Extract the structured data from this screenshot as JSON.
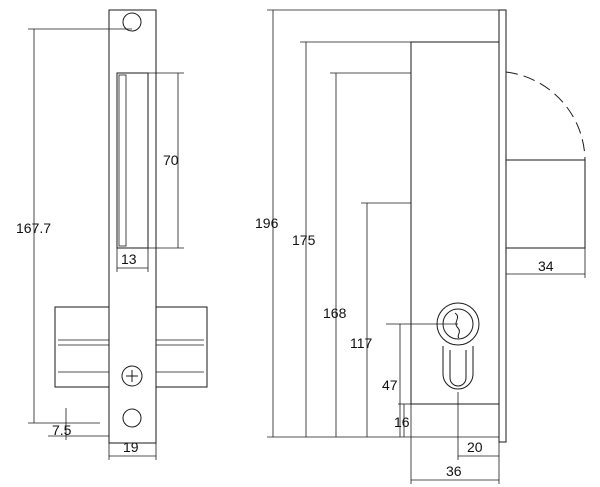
{
  "front_view": {
    "height_167_7": "167.7",
    "bolt_height_70": "70",
    "bolt_width_13": "13",
    "bottom_offset_7_5": "7.5",
    "plate_width_19": "19"
  },
  "side_view": {
    "height_196": "196",
    "height_175": "175",
    "height_168": "168",
    "height_117": "117",
    "height_47": "47",
    "height_16": "16",
    "bolt_throw_34": "34",
    "offset_20": "20",
    "backset_36": "36"
  }
}
